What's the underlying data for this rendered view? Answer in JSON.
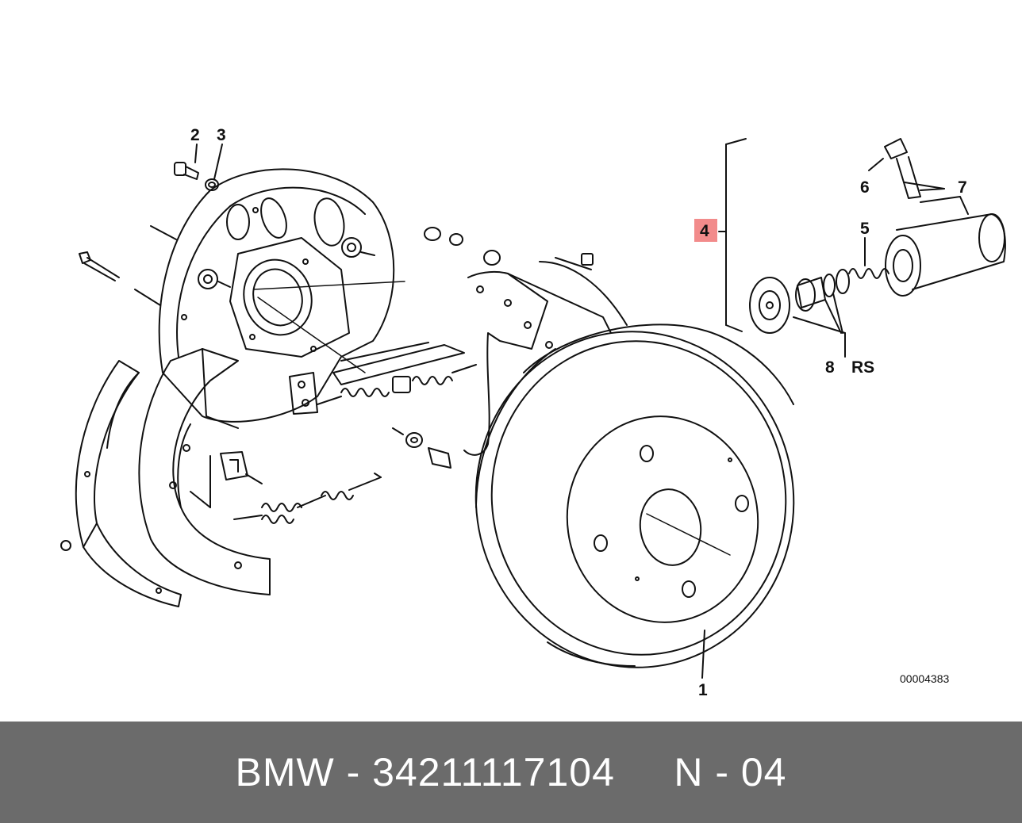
{
  "diagram": {
    "callouts": {
      "c1": "1",
      "c2": "2",
      "c3": "3",
      "c4": "4",
      "c5": "5",
      "c6": "6",
      "c7": "7",
      "c8": "8",
      "rs": "RS"
    },
    "highlighted_callout": "4",
    "highlight_color": "#f28b8b",
    "diagram_code": "00004383"
  },
  "footer": {
    "text": "BMW - 34211117104     N - 04",
    "background": "#6b6b6b"
  }
}
